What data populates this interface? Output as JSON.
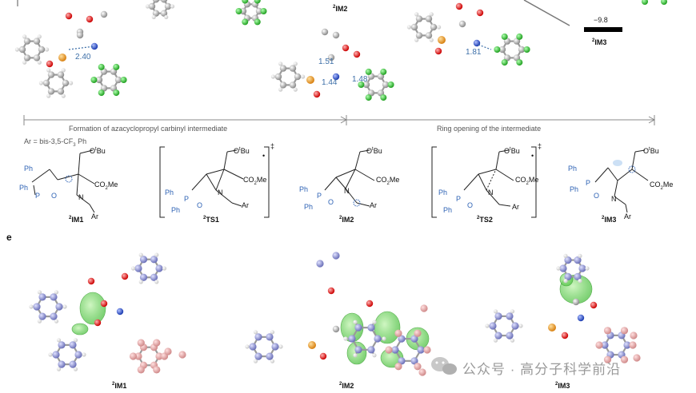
{
  "panel_e_letter": "e",
  "top": {
    "im2_label": "IM2",
    "im3_label": "IM3",
    "energy_value": "−9.8",
    "distances": {
      "d1": "2.40",
      "d2": "1.51",
      "d3": "1.44",
      "d4": "1.48",
      "d5": "1.81"
    }
  },
  "banners": {
    "left": "Formation of azacyclopropyl carbinyl intermediate",
    "right": "Ring opening of the intermediate"
  },
  "ar_definition": "Ar = bis-3,5-CF",
  "ar_sub": "3",
  "ar_tail": " Ph",
  "chem_text": {
    "ph": "Ph",
    "p": "P",
    "o": "O",
    "n": "N",
    "ar": "Ar",
    "co2me": "CO",
    "co2me_sub": "2",
    "co2me_tail": "Me",
    "otbu_o": "O",
    "otbu_t": "t",
    "otbu_bu": "Bu",
    "dagger": "‡",
    "dot": "•"
  },
  "species": [
    {
      "sup": "2",
      "name": "IM1"
    },
    {
      "sup": "2",
      "name": "TS1"
    },
    {
      "sup": "2",
      "name": "IM2"
    },
    {
      "sup": "2",
      "name": "TS2"
    },
    {
      "sup": "2",
      "name": "IM3"
    }
  ],
  "bottom_labels": [
    {
      "sup": "2",
      "name": "IM1"
    },
    {
      "sup": "2",
      "name": "IM2"
    },
    {
      "sup": "2",
      "name": "IM3"
    }
  ],
  "watermark": "公众号 · 高分子科学前沿",
  "colors": {
    "carbon": "#b7b7b7",
    "bottom_carbon": "#8f94cc",
    "oxygen": "#e02020",
    "nitrogen": "#2a4fd0",
    "phosphorus": "#f0a030",
    "fluorine": "#3ccc3c",
    "spin_density": "#6ed35a",
    "distance": "#3d6fa8",
    "chem_blue": "#2f63b5"
  }
}
